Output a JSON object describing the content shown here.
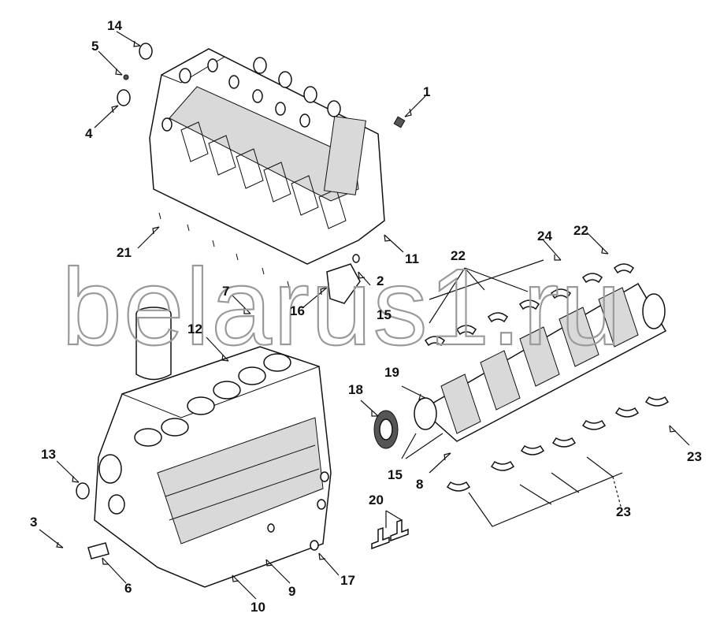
{
  "watermark_text": "belarus1.ru",
  "callouts": [
    {
      "id": "c-1",
      "label": "1"
    },
    {
      "id": "c-2",
      "label": "2"
    },
    {
      "id": "c-3",
      "label": "3"
    },
    {
      "id": "c-4",
      "label": "4"
    },
    {
      "id": "c-5",
      "label": "5"
    },
    {
      "id": "c-6",
      "label": "6"
    },
    {
      "id": "c-7",
      "label": "7"
    },
    {
      "id": "c-8",
      "label": "8"
    },
    {
      "id": "c-9",
      "label": "9"
    },
    {
      "id": "c-10",
      "label": "10"
    },
    {
      "id": "c-11",
      "label": "11"
    },
    {
      "id": "c-12",
      "label": "12"
    },
    {
      "id": "c-13",
      "label": "13"
    },
    {
      "id": "c-14",
      "label": "14"
    },
    {
      "id": "c-15a",
      "label": "15"
    },
    {
      "id": "c-15b",
      "label": "15"
    },
    {
      "id": "c-16",
      "label": "16"
    },
    {
      "id": "c-17",
      "label": "17"
    },
    {
      "id": "c-18",
      "label": "18"
    },
    {
      "id": "c-19",
      "label": "19"
    },
    {
      "id": "c-20",
      "label": "20"
    },
    {
      "id": "c-21",
      "label": "21"
    },
    {
      "id": "c-22a",
      "label": "22"
    },
    {
      "id": "c-22b",
      "label": "22"
    },
    {
      "id": "c-23a",
      "label": "23"
    },
    {
      "id": "c-23b",
      "label": "23"
    },
    {
      "id": "c-24",
      "label": "24"
    }
  ]
}
